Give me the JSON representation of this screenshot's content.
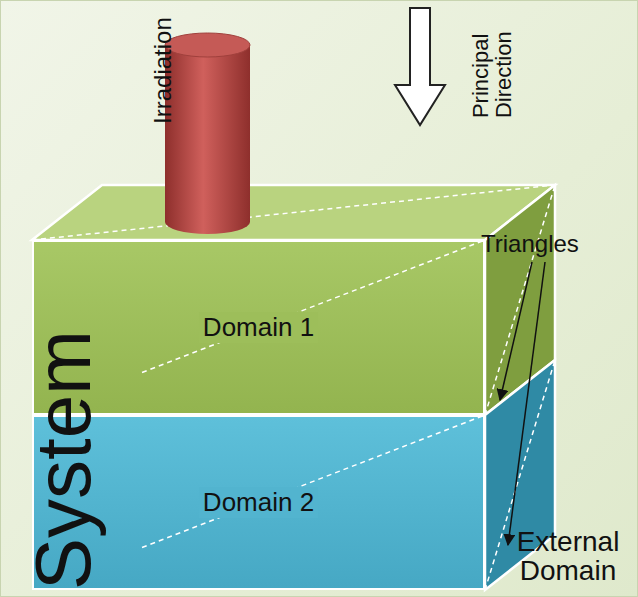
{
  "diagram": {
    "nodes": [
      {
        "text": [
          "Domain 1"
        ]
      },
      {
        "text": [
          "Domain 2"
        ]
      }
    ],
    "labels": [
      "Irradiation",
      "Principal Direction",
      "System",
      "Triangles",
      "External Domain"
    ]
  }
}
